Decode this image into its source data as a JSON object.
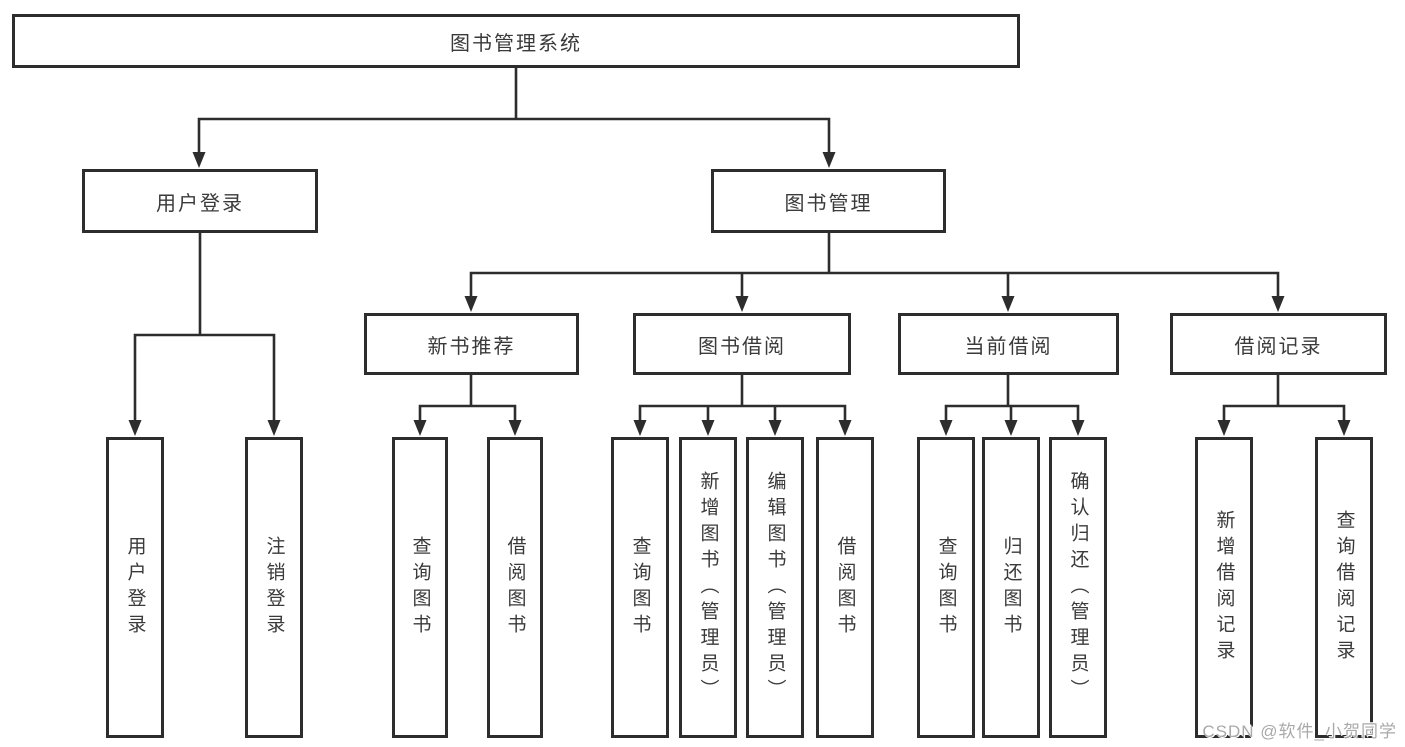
{
  "tree": {
    "label": "图书管理系统",
    "children": [
      {
        "label": "用户登录",
        "children": [
          {
            "label": "用户登录"
          },
          {
            "label": "注销登录"
          }
        ]
      },
      {
        "label": "图书管理",
        "children": [
          {
            "label": "新书推荐",
            "children": [
              {
                "label": "查询图书"
              },
              {
                "label": "借阅图书"
              }
            ]
          },
          {
            "label": "图书借阅",
            "children": [
              {
                "label": "查询图书"
              },
              {
                "label": "新增图书（管理员）"
              },
              {
                "label": "编辑图书（管理员）"
              },
              {
                "label": "借阅图书"
              }
            ]
          },
          {
            "label": "当前借阅",
            "children": [
              {
                "label": "查询图书"
              },
              {
                "label": "归还图书"
              },
              {
                "label": "确认归还（管理员）"
              }
            ]
          },
          {
            "label": "借阅记录",
            "children": [
              {
                "label": "新增借阅记录"
              },
              {
                "label": "查询借阅记录"
              }
            ]
          }
        ]
      }
    ]
  },
  "colors": {
    "line": "#2d2d2d",
    "border": "#2d2d2d",
    "text": "#3a3a3a",
    "watermark": "#a9a9a9"
  },
  "watermark": {
    "text": "CSDN @软件_小贺同学"
  }
}
